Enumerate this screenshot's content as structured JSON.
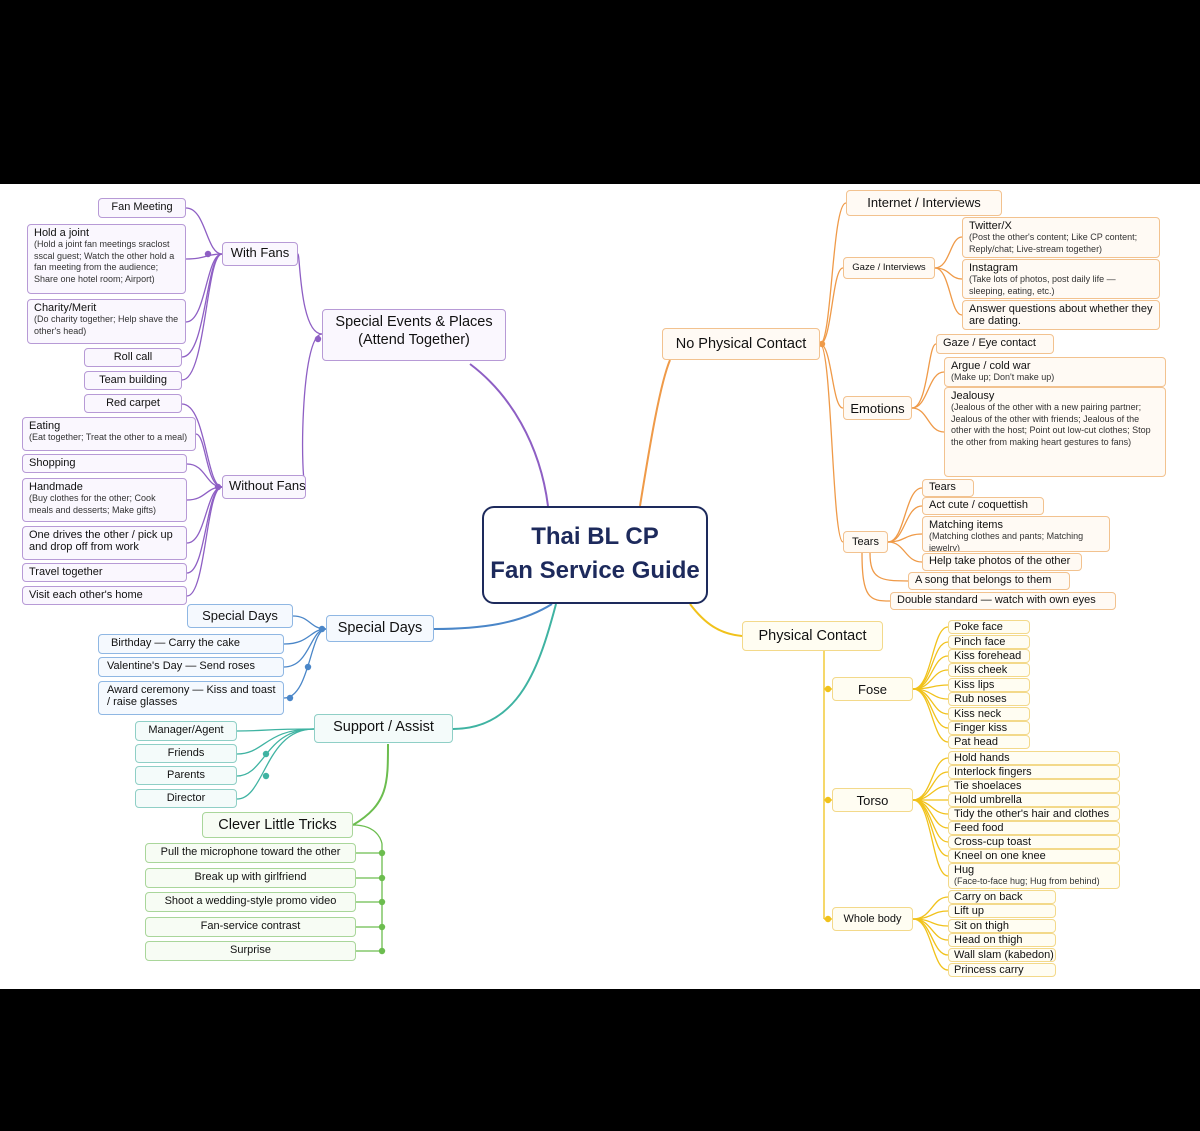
{
  "title": {
    "line1": "Thai BL CP",
    "line2": "Fan Service Guide"
  },
  "colors": {
    "special_events": "#8e5fc4",
    "no_contact": "#ef9a48",
    "physical": "#f1c21b",
    "special_days": "#4a86c8",
    "support": "#3fb3a2",
    "tricks": "#6cbd4f",
    "title": "#1d2a5c"
  },
  "special_events": {
    "label_line1": "Special Events & Places",
    "label_line2": "(Attend Together)",
    "with_fans": {
      "label": "With Fans",
      "items": [
        {
          "title": "Fan Meeting",
          "sub": ""
        },
        {
          "title": "Hold a joint",
          "sub": "(Hold a joint fan meetings sraclost sscal guest; Watch the other hold a fan meeting from the audience; Share one hotel room; Airport)"
        },
        {
          "title": "Charity/Merit",
          "sub": "(Do charity together; Help shave the other's head)"
        },
        {
          "title": "Roll call",
          "sub": ""
        },
        {
          "title": "Team building",
          "sub": ""
        }
      ]
    },
    "without_fans": {
      "label": "Without Fans",
      "items": [
        {
          "title": "Red carpet",
          "sub": ""
        },
        {
          "title": "Eating",
          "sub": "(Eat together; Treat the other to a meal)"
        },
        {
          "title": "Shopping",
          "sub": ""
        },
        {
          "title": "Handmade",
          "sub": "(Buy clothes for the other; Cook meals and desserts; Make gifts)"
        },
        {
          "title": "One drives the other / pick up and drop off from work",
          "sub": ""
        },
        {
          "title": "Travel together",
          "sub": ""
        },
        {
          "title": "Visit each other's home",
          "sub": ""
        }
      ]
    }
  },
  "special_days": {
    "label": "Special Days",
    "sub_label": "Special Days",
    "items": [
      "Birthday — Carry the cake",
      "Valentine's Day — Send roses",
      "Award ceremony — Kiss and toast / raise glasses"
    ]
  },
  "support": {
    "label": "Support / Assist",
    "items": [
      "Manager/Agent",
      "Friends",
      "Parents",
      "Director"
    ]
  },
  "tricks": {
    "label": "Clever Little Tricks",
    "items": [
      "Pull the microphone toward the other",
      "Break up with girlfriend",
      "Shoot a wedding-style promo video",
      "Fan-service contrast",
      "Surprise"
    ]
  },
  "no_contact": {
    "label": "No Physical Contact",
    "internet": "Internet / Interviews",
    "gaze_interviews": {
      "label": "Gaze / Interviews",
      "items": [
        {
          "title": "Twitter/X",
          "sub": "(Post the other's content; Like CP content; Reply/chat; Live-stream together)"
        },
        {
          "title": "Instagram",
          "sub": "(Take lots of photos, post daily life — sleeping, eating, etc.)"
        },
        {
          "title": "Answer questions about whether they are dating.",
          "sub": ""
        }
      ]
    },
    "emotions": {
      "label": "Emotions",
      "items": [
        {
          "title": "Gaze / Eye contact",
          "sub": ""
        },
        {
          "title": "Argue / cold war",
          "sub": "(Make up; Don't make up)"
        },
        {
          "title": "Jealousy",
          "sub": "(Jealous of the other with a new pairing partner; Jealous of the other with friends; Jealous of the other with the host; Point out low-cut clothes; Stop the other from making heart gestures to fans)"
        }
      ]
    },
    "tears": {
      "label": "Tears",
      "items": [
        {
          "title": "Tears",
          "sub": ""
        },
        {
          "title": "Act cute / coquettish",
          "sub": ""
        },
        {
          "title": "Matching items",
          "sub": "(Matching clothes and pants; Matching jewelry)"
        },
        {
          "title": "Help take photos of the other",
          "sub": ""
        },
        {
          "title": "A song that belongs to them",
          "sub": ""
        },
        {
          "title": "Double standard — watch with own eyes",
          "sub": ""
        }
      ]
    }
  },
  "physical": {
    "label": "Physical Contact",
    "fose": {
      "label": "Fose",
      "items": [
        "Poke face",
        "Pinch face",
        "Kiss forehead",
        "Kiss cheek",
        "Kiss lips",
        "Rub noses",
        "Kiss neck",
        "Finger kiss",
        "Pat head"
      ]
    },
    "torso": {
      "label": "Torso",
      "items": [
        {
          "title": "Hold hands",
          "sub": ""
        },
        {
          "title": "Interlock fingers",
          "sub": ""
        },
        {
          "title": "Tie shoelaces",
          "sub": ""
        },
        {
          "title": "Hold umbrella",
          "sub": ""
        },
        {
          "title": "Tidy the other's hair and clothes",
          "sub": ""
        },
        {
          "title": "Feed food",
          "sub": ""
        },
        {
          "title": "Cross-cup toast",
          "sub": ""
        },
        {
          "title": "Kneel on one knee",
          "sub": ""
        },
        {
          "title": "Hug",
          "sub": "(Face-to-face hug; Hug from behind)"
        }
      ]
    },
    "whole_body": {
      "label": "Whole body",
      "items": [
        "Carry on back",
        "Lift up",
        "Sit on thigh",
        "Head on thigh",
        "Wall slam (kabedon)",
        "Princess carry"
      ]
    }
  }
}
